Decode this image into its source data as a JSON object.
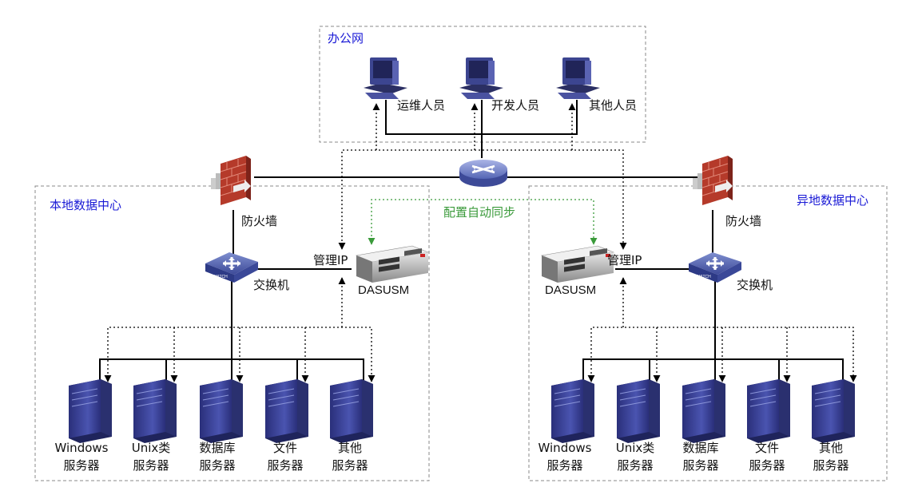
{
  "zones": {
    "office": "办公网",
    "local_dc": "本地数据中心",
    "remote_dc": "异地数据中心"
  },
  "office_users": [
    "运维人员",
    "开发人员",
    "其他人员"
  ],
  "sync_label": "配置自动同步",
  "local": {
    "firewall": "防火墙",
    "switch": "交换机",
    "mgmt_ip": "管理IP",
    "appliance": "DASUSM",
    "servers": [
      {
        "line1": "Windows",
        "line2": "服务器"
      },
      {
        "line1": "Unix类",
        "line2": "服务器"
      },
      {
        "line1": "数据库",
        "line2": "服务器"
      },
      {
        "line1": "文件",
        "line2": "服务器"
      },
      {
        "line1": "其他",
        "line2": "服务器"
      }
    ]
  },
  "remote": {
    "firewall": "防火墙",
    "switch": "交换机",
    "mgmt_ip": "管理IP",
    "appliance": "DASUSM",
    "servers": [
      {
        "line1": "Windows",
        "line2": "服务器"
      },
      {
        "line1": "Unix类",
        "line2": "服务器"
      },
      {
        "line1": "数据库",
        "line2": "服务器"
      },
      {
        "line1": "文件",
        "line2": "服务器"
      },
      {
        "line1": "其他",
        "line2": "服务器"
      }
    ]
  },
  "colors": {
    "zone_label": "#1a1ad6",
    "sync_line": "#3a9a3a",
    "firewall": "#b53a2a",
    "device_blue": "#4a5aa8"
  }
}
